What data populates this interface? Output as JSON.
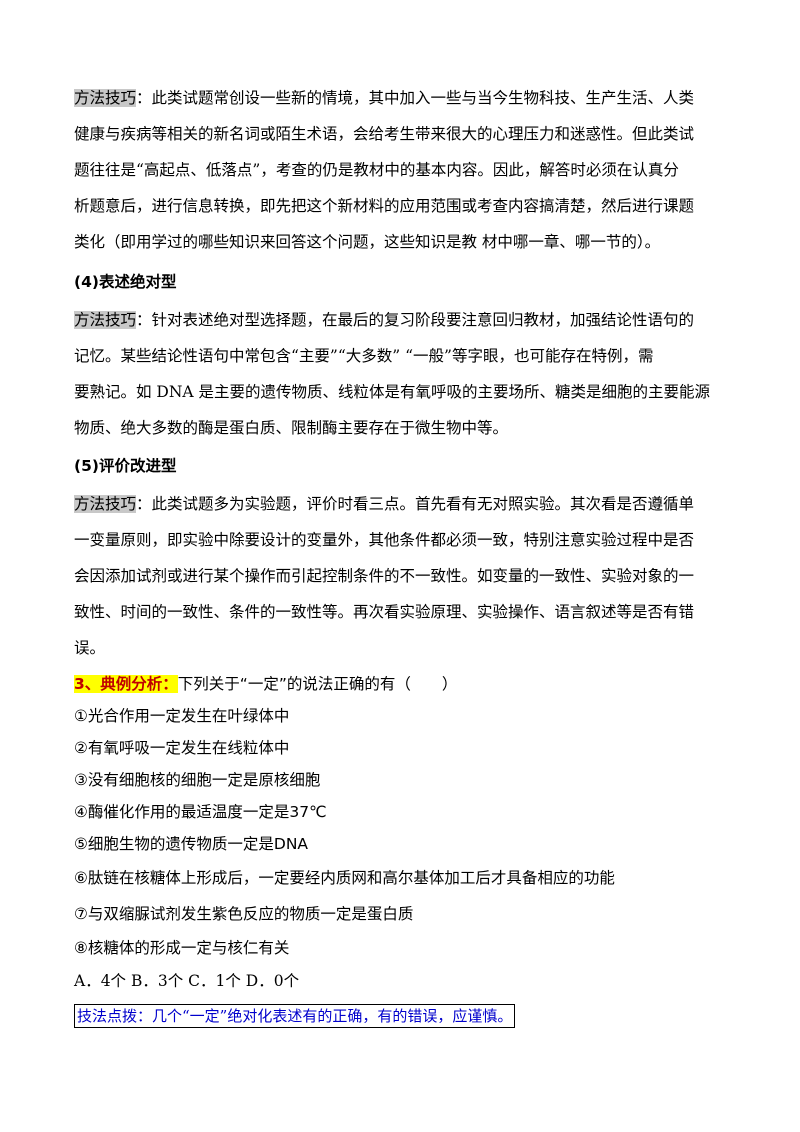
{
  "sections": {
    "p1": {
      "label": "方法技巧",
      "lines": [
        "：此类试题常创设一些新的情境，其中加入一些与当今生物科技、生产生活、人类",
        "健康与疾病等相关的新名词或陌生术语，会给考生带来很大的心理压力和迷惑性。但此类试",
        "题往往是“高起点、低落点”，考查的仍是教材中的基本内容。因此，解答时必须在认真分",
        "析题意后，进行信息转换，即先把这个新材料的应用范围或考查内容搞清楚，然后进行课题",
        "类化（即用学过的哪些知识来回答这个问题，这些知识是教 材中哪一章、哪一节的）。"
      ]
    },
    "h4": "(4)表述绝对型",
    "p2": {
      "label": "方法技巧",
      "lines": [
        "：针对表述绝对型选择题，在最后的复习阶段要注意回归教材，加强结论性语句的",
        "记忆。某些结论性语句中常包含“主要”“大多数” “一般”等字眼，也可能存在特例，需",
        "要熟记。如 DNA 是主要的遗传物质、线粒体是有氧呼吸的主要场所、糖类是细胞的主要能源",
        "物质、绝大多数的酶是蛋白质、限制酶主要存在于微生物中等。"
      ]
    },
    "h5": "(5)评价改进型",
    "p3": {
      "label": "方法技巧",
      "lines": [
        "：此类试题多为实验题，评价时看三点。首先看有无对照实验。其次看是否遵循单",
        "一变量原则，即实验中除要设计的变量外，其他条件都必须一致，特别注意实验过程中是否",
        "会因添加试剂或进行某个操作而引起控制条件的不一致性。如变量的一致性、实验对象的一",
        "致性、时间的一致性、条件的一致性等。再次看实验原理、实验操作、语言叙述等是否有错",
        "误。"
      ]
    },
    "example": {
      "tag": "3、典例分析：",
      "question": "下列关于“一定”的说法正确的有（　　）",
      "items": [
        "①光合作用一定发生在叶绿体中",
        "②有氧呼吸一定发生在线粒体中",
        "③没有细胞核的细胞一定是原核细胞",
        "④酶催化作用的最适温度一定是37℃",
        "⑤细胞生物的遗传物质一定是DNA",
        "⑥肽链在核糖体上形成后，一定要经内质网和高尔基体加工后才具备相应的功能",
        "⑦与双缩脲试剂发生紫色反应的物质一定是蛋白质",
        "⑧核糖体的形成一定与核仁有关"
      ],
      "options": "A．4个 B．3个 C．1个 D．0个",
      "tip": "技法点拨：几个“一定”绝对化表述有的正确，有的错误，应谨慎。"
    }
  }
}
